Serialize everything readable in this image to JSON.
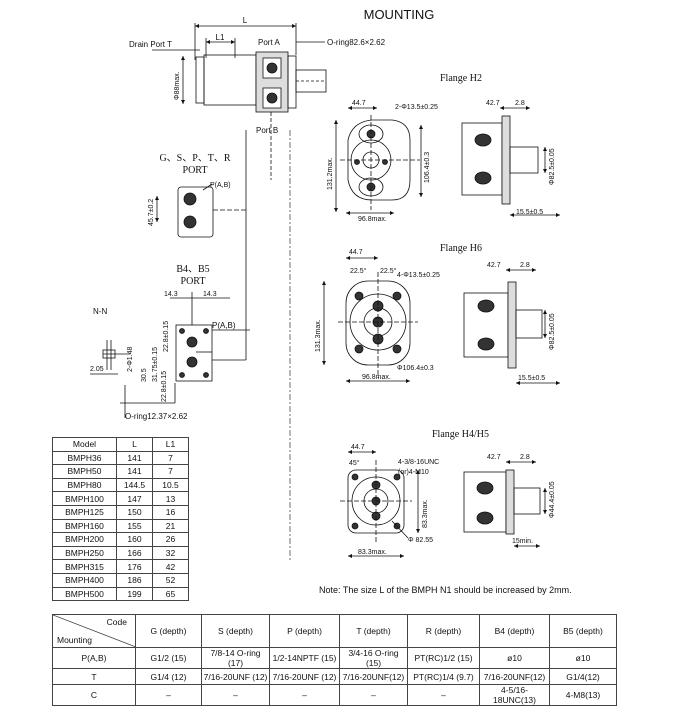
{
  "title": "MOUNTING",
  "main_view": {
    "dim_L": "L",
    "dim_L1": "L1",
    "drain_port": "Drain Port T",
    "port_a": "Port A",
    "port_b": "Port B",
    "oring_main": "O-ring82.6×2.62",
    "dia88": "Φ88max."
  },
  "gsptr_view": {
    "title_line1": "G、S、P、T、R",
    "title_line2": "PORT",
    "pab": "P(A,B)",
    "dim_45_7": "45.7±0.2"
  },
  "b4b5_view": {
    "title_line1": "B4、B5",
    "title_line2": "PORT",
    "dim_14_3a": "14.3",
    "dim_14_3b": "14.3",
    "pab": "P(A,B)",
    "dim_22_8_top": "22.8±0.15",
    "dim_31_75": "31.75±0.15",
    "dim_22_8_bot": "22.8±0.15",
    "dim_30_5": "30.5"
  },
  "nn_view": {
    "title": "N-N",
    "dim_2_05": "2.05",
    "dim_1_48": "2-Φ1.48",
    "oring": "O-ring12.37×2.62"
  },
  "flange_h2": {
    "title": "Flange H2",
    "dim_44_7": "44.7",
    "holes": "2-Φ13.5±0.25",
    "dim_131_2": "131.2max.",
    "dim_106_4": "106.4±0.3",
    "dim_96_8": "96.8max.",
    "dim_42_7": "42.7",
    "dim_2_8": "2.8",
    "dim_82_5": "Φ82.5±0.05",
    "dim_15_5": "15.5±0.5"
  },
  "flange_h6": {
    "title": "Flange H6",
    "dim_44_7": "44.7",
    "angle_a": "22.5°",
    "angle_b": "22.5°",
    "holes": "4-Φ13.5±0.25",
    "dim_131_3": "131.3max.",
    "dim_96_8": "96.8max.",
    "dim_106_4": "Φ106.4±0.3",
    "dim_42_7": "42.7",
    "dim_2_8": "2.8",
    "dim_82_5": "Φ82.5±0.05",
    "dim_15_5": "15.5±0.5"
  },
  "flange_h4h5": {
    "title": "Flange H4/H5",
    "dim_44_7": "44.7",
    "angle": "45°",
    "thread1": "4-3/8-16UNC",
    "thread2": "(or)4-M10",
    "dim_83_3v": "83.3max.",
    "dim_82_55": "Φ 82.55",
    "dim_83_3h": "83.3max.",
    "dim_42_7": "42.7",
    "dim_2_8": "2.8",
    "dim_44_4": "Φ44.4±0.05",
    "dim_15min": "15min."
  },
  "model_table": {
    "headers": [
      "Model",
      "L",
      "L1"
    ],
    "rows": [
      [
        "BMPH36",
        "141",
        "7"
      ],
      [
        "BMPH50",
        "141",
        "7"
      ],
      [
        "BMPH80",
        "144.5",
        "10.5"
      ],
      [
        "BMPH100",
        "147",
        "13"
      ],
      [
        "BMPH125",
        "150",
        "16"
      ],
      [
        "BMPH160",
        "155",
        "21"
      ],
      [
        "BMPH200",
        "160",
        "26"
      ],
      [
        "BMPH250",
        "166",
        "32"
      ],
      [
        "BMPH315",
        "176",
        "42"
      ],
      [
        "BMPH400",
        "186",
        "52"
      ],
      [
        "BMPH500",
        "199",
        "65"
      ]
    ]
  },
  "note": "Note: The size L of the BMPH N1 should be increased by 2mm.",
  "port_table": {
    "corner_code": "Code",
    "corner_mounting": "Mounting",
    "headers": [
      "G (depth)",
      "S (depth)",
      "P (depth)",
      "T (depth)",
      "R (depth)",
      "B4 (depth)",
      "B5 (depth)"
    ],
    "rows": [
      [
        "P(A,B)",
        "G1/2  (15)",
        "7/8-14 O-ring (17)",
        "1/2-14NPTF (15)",
        "3/4-16 O-ring (15)",
        "PT(RC)1/2  (15)",
        "ø10",
        "ø10"
      ],
      [
        "T",
        "G1/4  (12)",
        "7/16-20UNF  (12)",
        "7/16-20UNF  (12)",
        "7/16-20UNF(12)",
        "PT(RC)1/4   (9.7)",
        "7/16-20UNF(12)",
        "G1/4(12)"
      ],
      [
        "C",
        "–",
        "–",
        "–",
        "–",
        "–",
        "4-5/16-18UNC(13)",
        "4-M8(13)"
      ]
    ]
  }
}
